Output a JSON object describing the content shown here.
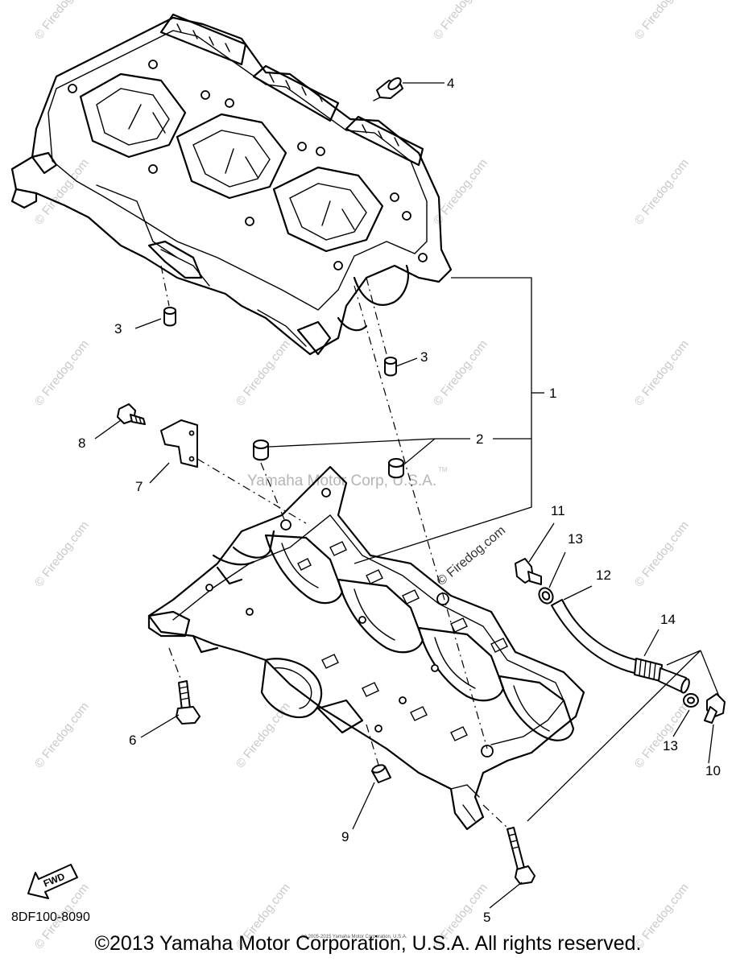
{
  "diagram": {
    "code": "8DF100-8090",
    "fwd_label": "FWD",
    "callouts": {
      "c1": "1",
      "c2": "2",
      "c3a": "3",
      "c3b": "3",
      "c4": "4",
      "c5": "5",
      "c6": "6",
      "c7": "7",
      "c8": "8",
      "c9": "9",
      "c10": "10",
      "c11": "11",
      "c12": "12",
      "c13a": "13",
      "c13b": "13",
      "c14": "14"
    }
  },
  "watermarks": {
    "firedog": "© Firedog.com",
    "center": "Yamaha Motor Corp, U.S.A.",
    "center_tm": "TM",
    "small": "(c) 2005-2015 Yamaha Motor Corporation, U.S.A."
  },
  "footer": {
    "copyright": "©2013 Yamaha Motor Corporation, U.S.A. All rights reserved."
  }
}
